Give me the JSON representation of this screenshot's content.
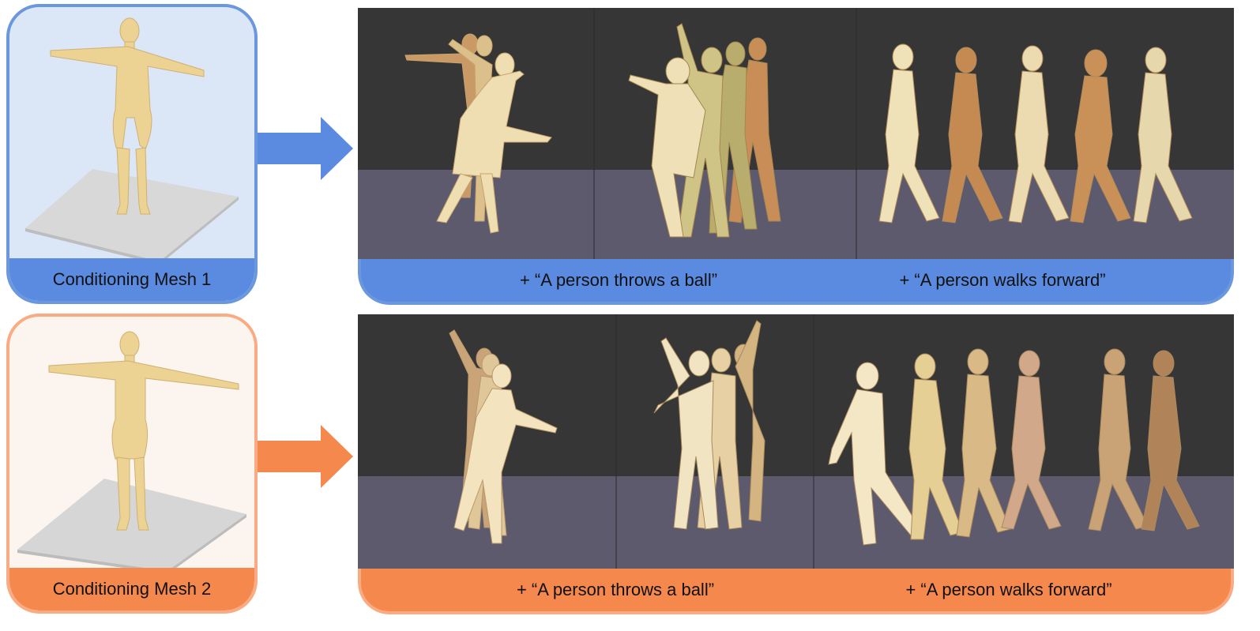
{
  "rows": [
    {
      "condition_label": "Conditioning Mesh 1",
      "accent": "#5a8be0",
      "captions": [
        "+ “A person throws a ball”",
        "+ “A person walks forward”"
      ]
    },
    {
      "condition_label": "Conditioning Mesh 2",
      "accent": "#f5884d",
      "captions": [
        "+ “A person throws a ball”",
        "+ “A person walks forward”"
      ]
    }
  ],
  "colors": {
    "row1_fill": "#dbe6f7",
    "row2_fill": "#fbf4ef",
    "arrow1": "#5a8be0",
    "arrow2": "#f5884d",
    "scene_wall": "#363636",
    "scene_floor": "#5d5a6e",
    "skin_light": "#f1ddb1",
    "skin_mid": "#d9bb83",
    "skin_dark": "#b98a54"
  }
}
